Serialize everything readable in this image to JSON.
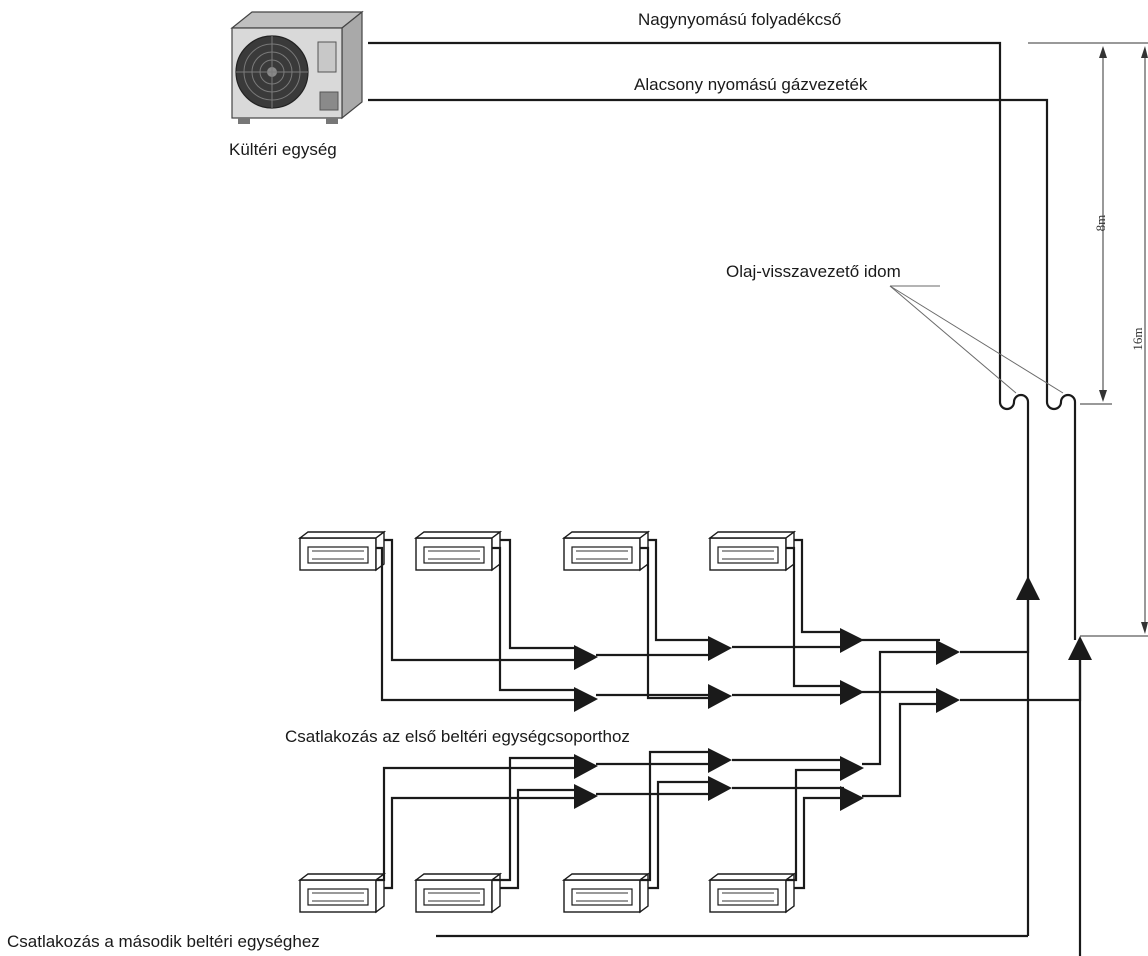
{
  "labels": {
    "outdoor_unit": "Kültéri egység",
    "liquid_pipe": "Nagynyomású folyadékcső",
    "gas_pipe": "Alacsony nyomású gázvezeték",
    "oil_trap": "Olaj-visszavezető idom",
    "first_group": "Csatlakozás az első beltéri egységcsoporthoz",
    "second_unit": "Csatlakozás a második beltéri egységhez"
  },
  "dimensions": {
    "short": "8m",
    "long": "16m"
  },
  "counts": {
    "indoor_units_top_row": 4,
    "indoor_units_bottom_row": 4
  },
  "colors": {
    "line": "#1a1a1a",
    "outdoor_unit_body": "#d9d9d9",
    "fan_grille": "#3a3a3a"
  }
}
